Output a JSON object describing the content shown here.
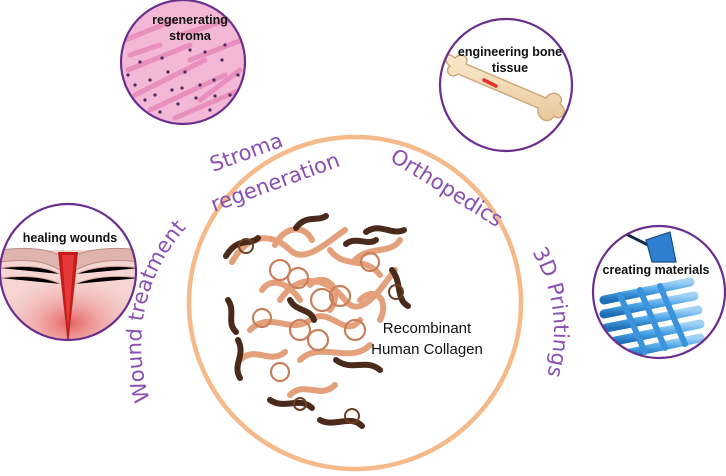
{
  "center": {
    "line1": "Recombinant",
    "line2": "Human Collagen"
  },
  "applications": {
    "stroma": {
      "arc_label_1": "Stroma",
      "arc_label_2": "regeneration",
      "circle_label_1": "regenerating",
      "circle_label_2": "stroma"
    },
    "orthopedics": {
      "arc_label": "Orthopedics",
      "circle_label_1": "engineering bone",
      "circle_label_2": "tissue"
    },
    "wound": {
      "arc_label": "Wound treatment",
      "circle_label": "healing wounds"
    },
    "printing": {
      "arc_label": "3D Printings",
      "circle_label": "creating materials"
    }
  },
  "colors": {
    "ring": "#f5b98a",
    "app_label": "#8a4fb3",
    "bubble_border": "#6b2e8f",
    "protein_light": "#e3a07b",
    "protein_dark": "#4a2a1a"
  }
}
